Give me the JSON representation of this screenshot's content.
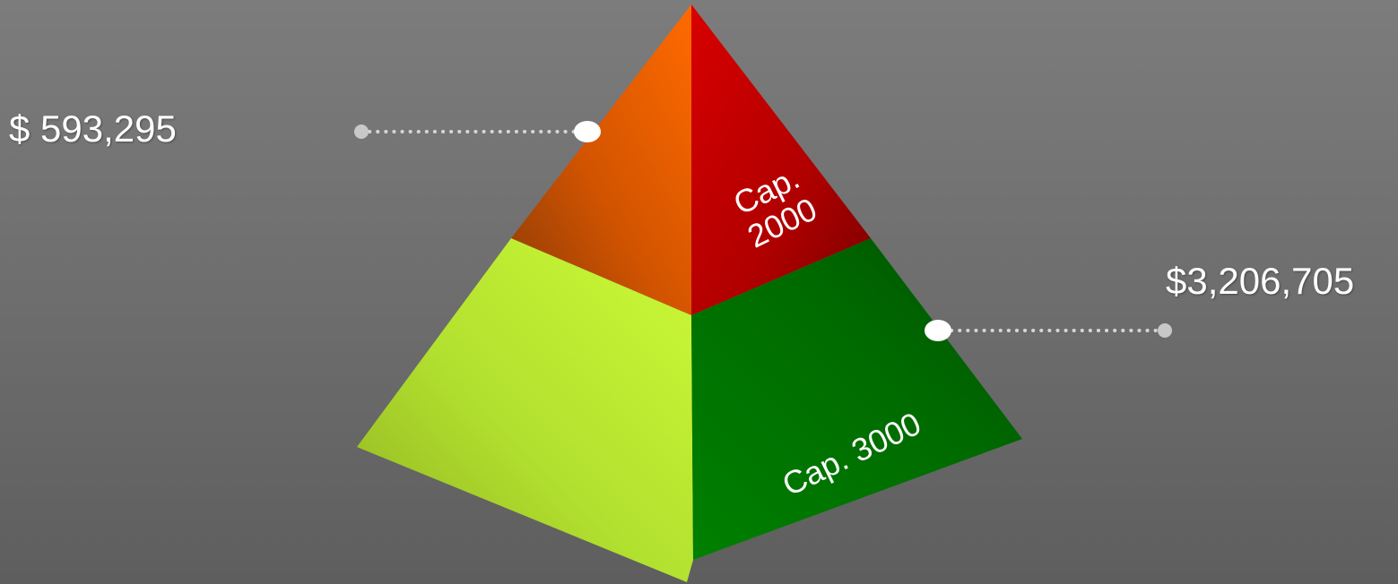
{
  "pyramid": {
    "top_tier_label_line1": "Cap.",
    "top_tier_label_line2": "2000",
    "bottom_tier_label": "Cap. 3000"
  },
  "callouts": {
    "left_amount": "$ 593,295",
    "right_amount": "$3,206,705"
  },
  "colors": {
    "top_left_face": "#f06400",
    "top_right_face": "#c80000",
    "bottom_left_face": "#c4f533",
    "bottom_right_face": "#007800",
    "connector_line": "#d6d6d6",
    "connector_end_dot": "#c8c8c8",
    "connector_anchor_dot": "#ffffff",
    "text": "#ffffff"
  }
}
